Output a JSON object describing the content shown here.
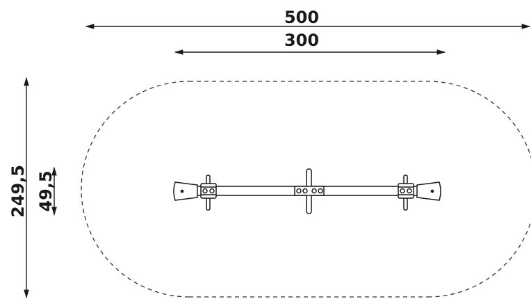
{
  "diagram": {
    "dimensions": {
      "overall_length": "500",
      "equipment_length": "300",
      "overall_width": "249,5",
      "equipment_width": "49,5"
    },
    "colors": {
      "line": "#1a1a1a",
      "dashed_zone": "#333333",
      "seat_fill": "#ffffff"
    }
  }
}
